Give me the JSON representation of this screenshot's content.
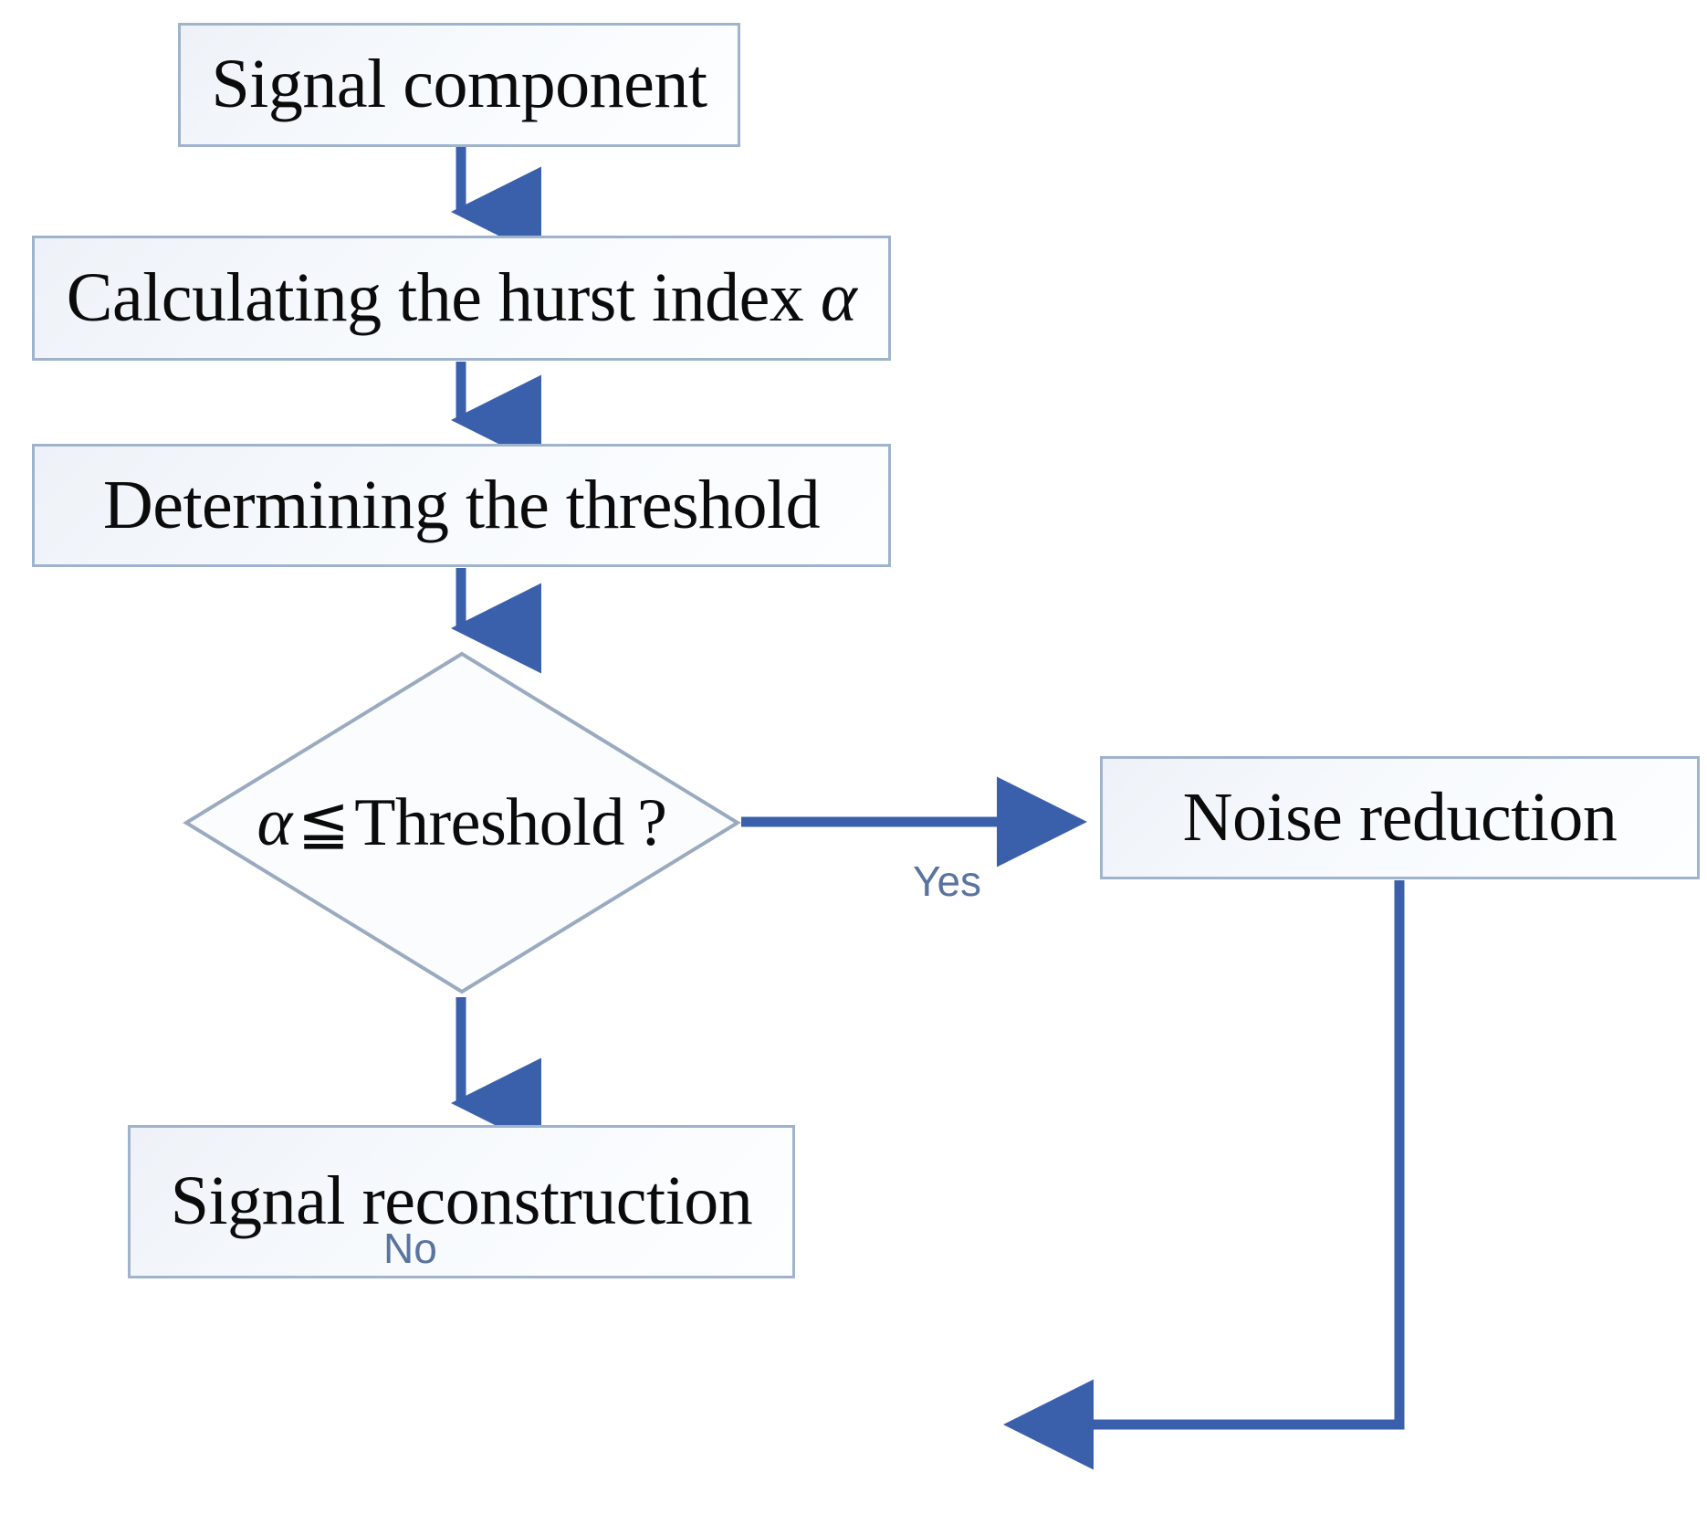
{
  "diagram": {
    "type": "flowchart",
    "title": "Hurst-index based wavelet denoising flow",
    "colors": {
      "arrow": "#3b60ab",
      "box_border": "#9fb3cc",
      "box_fill": "#f2f6fb",
      "label_text": "#5a74a0",
      "node_text": "#0b0b0b"
    },
    "nodes": [
      {
        "id": "signal_component",
        "shape": "rectangle",
        "label": "Signal component"
      },
      {
        "id": "hurst_index",
        "shape": "rectangle",
        "label_prefix": "Calculating the hurst index ",
        "label_symbol": "α",
        "label": "Calculating the hurst index α"
      },
      {
        "id": "determine_threshold",
        "shape": "rectangle",
        "label": "Determining the threshold"
      },
      {
        "id": "decision",
        "shape": "diamond",
        "label_alpha": "α",
        "label_operator": "≦",
        "label_rest": "Threshold ?",
        "label": "α ≦ Threshold ?"
      },
      {
        "id": "noise_reduction",
        "shape": "rectangle",
        "label": "Noise reduction"
      },
      {
        "id": "signal_reconstruction",
        "shape": "rectangle",
        "label": "Signal reconstruction"
      }
    ],
    "edges": [
      {
        "from": "signal_component",
        "to": "hurst_index",
        "label": ""
      },
      {
        "from": "hurst_index",
        "to": "determine_threshold",
        "label": ""
      },
      {
        "from": "determine_threshold",
        "to": "decision",
        "label": ""
      },
      {
        "from": "decision",
        "to": "noise_reduction",
        "label": "Yes"
      },
      {
        "from": "decision",
        "to": "signal_reconstruction",
        "label": "No"
      },
      {
        "from": "noise_reduction",
        "to": "signal_reconstruction",
        "label": ""
      }
    ]
  }
}
